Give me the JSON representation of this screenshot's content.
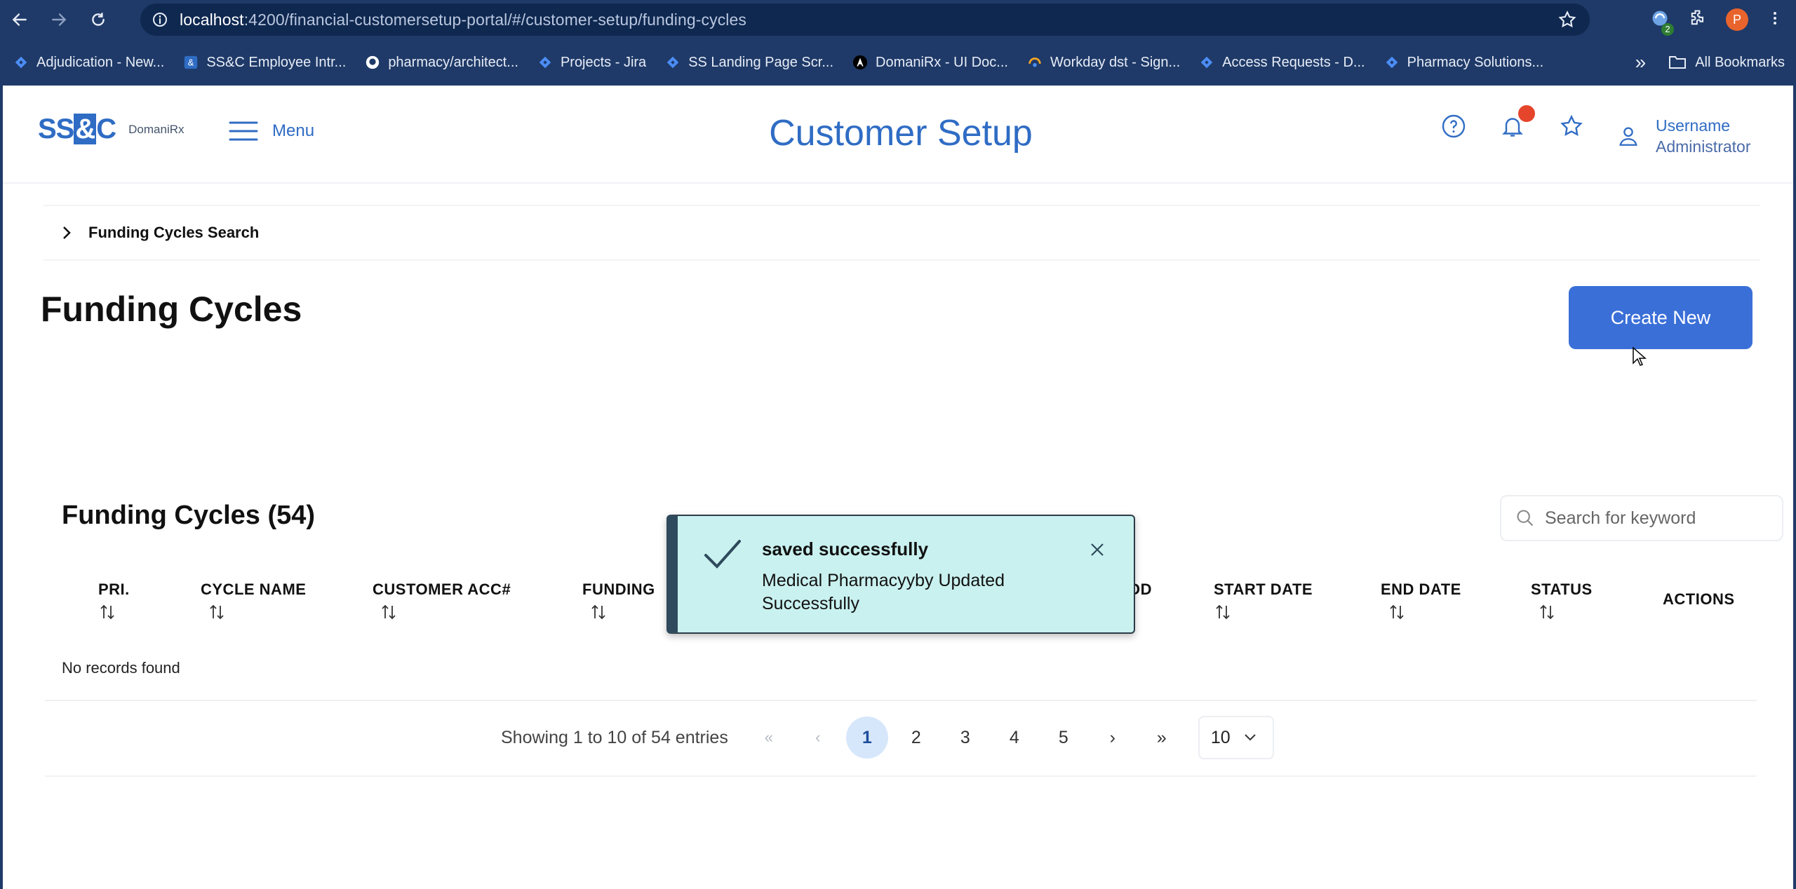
{
  "browser": {
    "url_host": "localhost",
    "url_path": ":4200/financial-customersetup-portal/#/customer-setup/funding-cycles",
    "extension_badge": "2",
    "profile_initial": "P",
    "bookmarks": [
      {
        "label": "Adjudication - New...",
        "icon": "jira-icon"
      },
      {
        "label": "SS&C Employee Intr...",
        "icon": "ssc-icon"
      },
      {
        "label": "pharmacy/architect...",
        "icon": "github-icon"
      },
      {
        "label": "Projects - Jira",
        "icon": "jira-icon"
      },
      {
        "label": "SS Landing Page Scr...",
        "icon": "jira-icon"
      },
      {
        "label": "DomaniRx - UI Doc...",
        "icon": "angular-icon"
      },
      {
        "label": "Workday dst - Sign...",
        "icon": "workday-icon"
      },
      {
        "label": "Access Requests - D...",
        "icon": "jira-icon"
      },
      {
        "label": "Pharmacy Solutions...",
        "icon": "jira-icon"
      }
    ],
    "more_bookmarks": "»",
    "all_bookmarks": "All Bookmarks"
  },
  "header": {
    "logo_text_a": "SS",
    "logo_text_amp": "&",
    "logo_text_c": "C",
    "logo_sub": "DomaniRx",
    "menu_label": "Menu",
    "page_heading": "Customer Setup",
    "username": "Username",
    "role": "Administrator"
  },
  "search_panel": {
    "label": "Funding Cycles Search"
  },
  "main": {
    "title": "Funding Cycles",
    "create_button": "Create New"
  },
  "table": {
    "title": "Funding Cycles (54)",
    "search_placeholder": "Search for keyword",
    "columns": [
      "PRI.",
      "CYCLE NAME",
      "CUSTOMER ACC#",
      "FUNDING",
      "OD",
      "START DATE",
      "END DATE",
      "STATUS",
      "ACTIONS"
    ],
    "empty_text": "No records found"
  },
  "pagination": {
    "showing": "Showing 1 to 10 of 54 entries",
    "first": "«",
    "prev": "‹",
    "pages": [
      "1",
      "2",
      "3",
      "4",
      "5"
    ],
    "next": "›",
    "last": "»",
    "page_size": "10"
  },
  "toast": {
    "title": "saved successfully",
    "message": "Medical Pharmacyyby Updated Successfully"
  },
  "colors": {
    "chrome": "#1f3a68",
    "brand": "#2f6cc4",
    "button": "#3a6fd8",
    "toast_bg": "#c9f1ef"
  }
}
